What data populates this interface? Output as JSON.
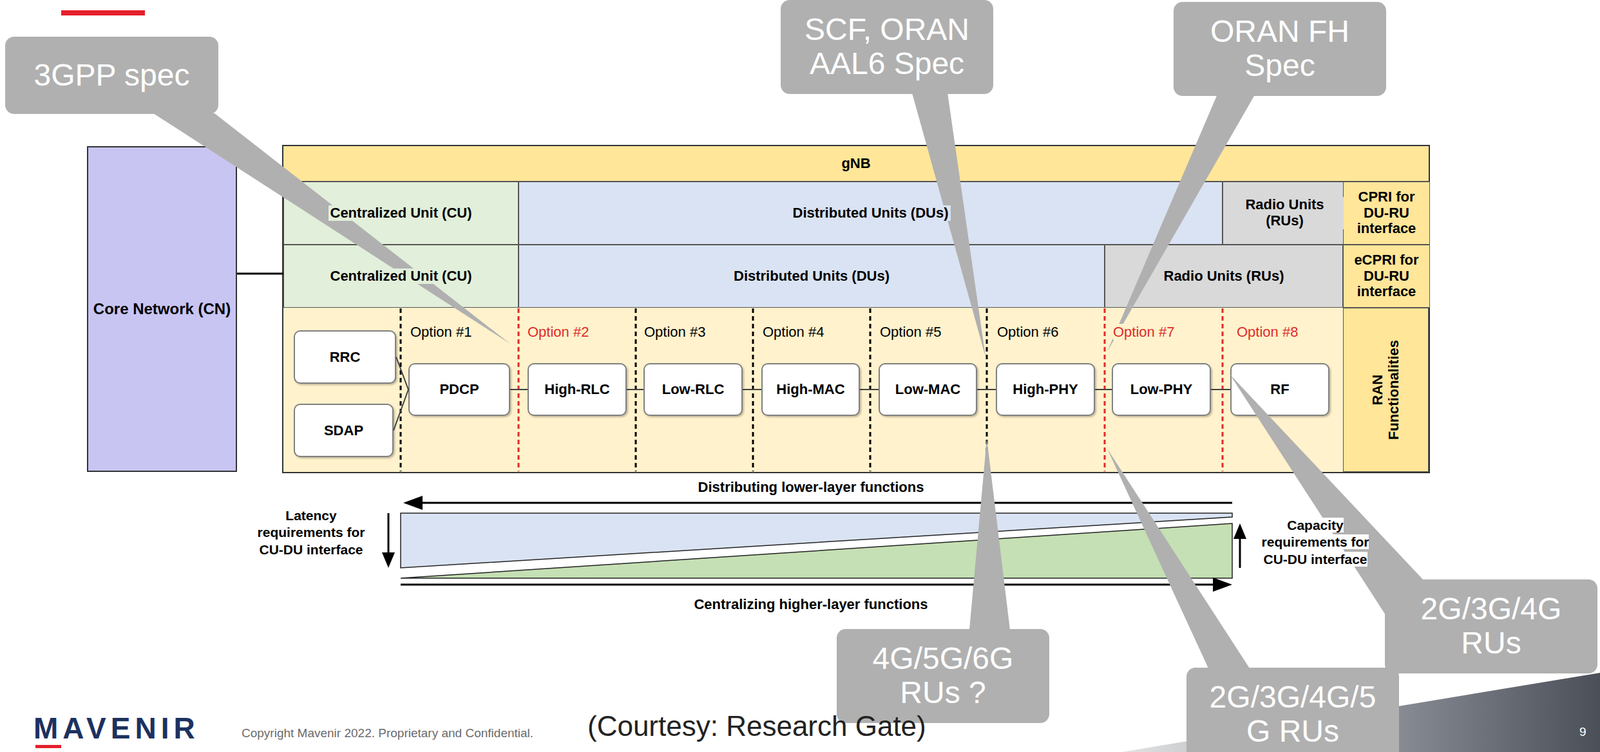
{
  "diagram": {
    "nodes": [
      {
        "text": [
          "3GPP spec"
        ]
      },
      {
        "text": [
          "SCF, ORAN AAL6 Spec"
        ]
      },
      {
        "text": [
          "ORAN FH Spec"
        ]
      },
      {
        "text": [
          "Core Network (CN)"
        ]
      },
      {
        "text": [
          "gNB"
        ]
      },
      {
        "text": [
          "Centralized Unit (CU)"
        ],
        "in": 4
      },
      {
        "text": [
          "Distributed Units (DUs)"
        ],
        "in": 4
      },
      {
        "text": [
          "Radio Units (RUs)"
        ],
        "in": 4
      },
      {
        "text": [
          "CPRI for DU-RU interface"
        ],
        "in": 4
      },
      {
        "text": [
          "Centralized Unit (CU)"
        ],
        "in": 4
      },
      {
        "text": [
          "Distributed Units (DUs)"
        ],
        "in": 4
      },
      {
        "text": [
          "Radio Units (RUs)"
        ],
        "in": 4
      },
      {
        "text": [
          "eCPRI for DU-RU interface"
        ],
        "in": 4
      },
      {
        "text": [
          "RRC"
        ],
        "in": 4
      },
      {
        "text": [
          "PDCP"
        ],
        "in": 4
      },
      {
        "text": [
          "High-RLC"
        ],
        "in": 4
      },
      {
        "text": [
          "Low-RLC"
        ],
        "in": 4
      },
      {
        "text": [
          "High-MAC"
        ],
        "in": 4
      },
      {
        "text": [
          "Low-MAC"
        ],
        "in": 4
      },
      {
        "text": [
          "High-PHY"
        ],
        "in": 4
      },
      {
        "text": [
          "Low-PHY"
        ],
        "in": 4
      },
      {
        "text": [
          "RF"
        ],
        "in": 4
      },
      {
        "text": [
          "RAN Functionalities"
        ],
        "in": 4
      },
      {
        "text": [
          "SDAP"
        ],
        "in": 4
      },
      {
        "text": [
          "4G/5G/6G RUs ?"
        ]
      },
      {
        "text": [
          "2G/3G/4G RUs"
        ]
      },
      {
        "text": [
          "2G/3G/4G/5 G RUs"
        ]
      }
    ],
    "edges": [
      {
        "from": 3,
        "to": 4,
        "arrow": "none"
      },
      {
        "from": 13,
        "to": 14,
        "arrow": "none"
      },
      {
        "from": 23,
        "to": 14,
        "arrow": "none"
      },
      {
        "from": 14,
        "to": 15,
        "arrow": "none"
      },
      {
        "from": 15,
        "to": 16,
        "arrow": "none"
      },
      {
        "from": 16,
        "to": 17,
        "arrow": "none"
      },
      {
        "from": 17,
        "to": 18,
        "arrow": "none"
      },
      {
        "from": 18,
        "to": 19,
        "arrow": "none"
      },
      {
        "from": 19,
        "to": 20,
        "arrow": "none"
      },
      {
        "from": 20,
        "to": 21,
        "arrow": "none"
      }
    ],
    "labels": [
      "Option #1",
      "Option #2",
      "Option #3",
      "Option #4",
      "Option #5",
      "Option #6",
      "Option #7",
      "Option #8",
      "Distributing lower-layer functions",
      "Latency requirements for CU-DU interface",
      "Capacity requirements for CU-DU interface",
      "Centralizing higher-layer functions",
      "MAVENIR",
      "Copyright Mavenir 2022. Proprietary and Confidential.",
      "(Courtesy: Research Gate)",
      "9"
    ]
  }
}
